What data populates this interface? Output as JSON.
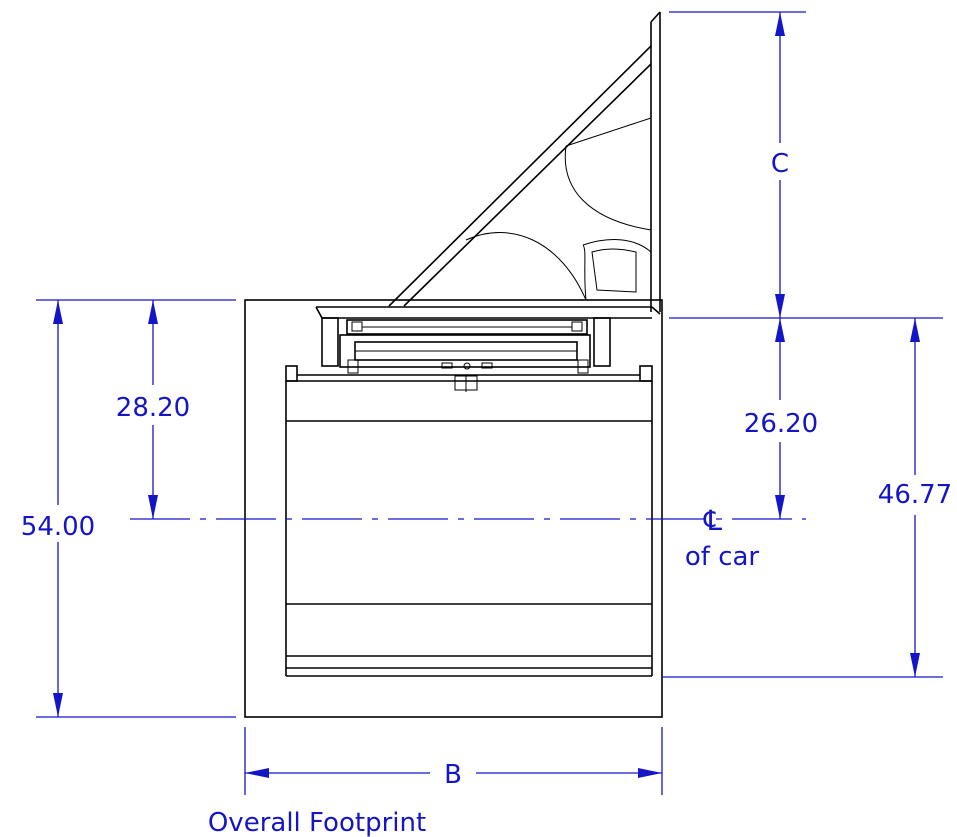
{
  "dimensions": {
    "overall_depth": "54.00",
    "left_to_centerline": "28.20",
    "ramp_to_centerline": "26.20",
    "right_depth": "46.77",
    "arm_height": "C",
    "width": "B"
  },
  "labels": {
    "centerline_symbol": "℄",
    "centerline_sub": "of car",
    "caption": "Overall Footprint"
  },
  "colors": {
    "dimension": "#1515c8",
    "object": "#000000"
  }
}
